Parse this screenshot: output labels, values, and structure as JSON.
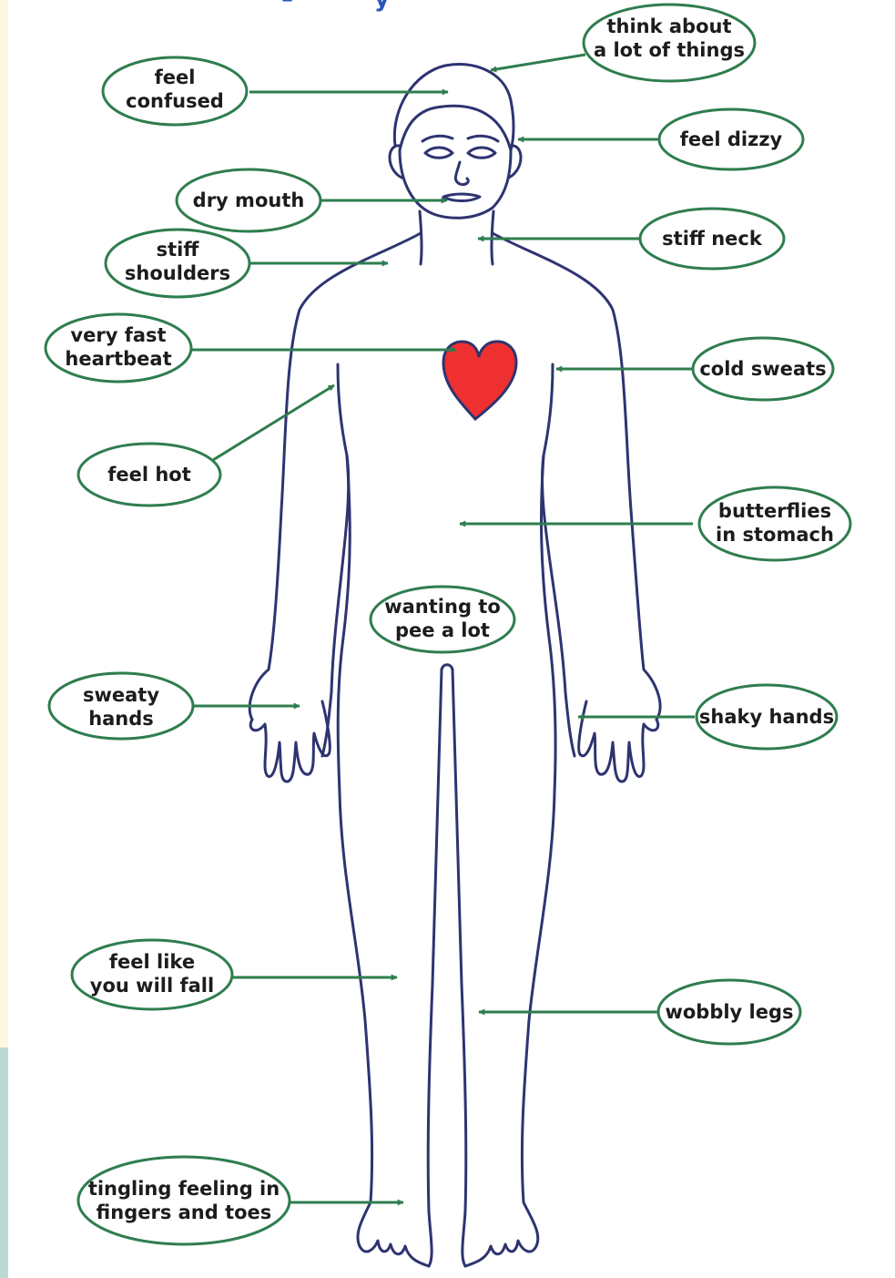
{
  "colors": {
    "background": "#fdf8e0",
    "canvas": "#ffffff",
    "body_outline": "#2e3470",
    "arrow": "#2f7d4f",
    "label_ellipse": "#2f7d4f",
    "heart": "#ef3030",
    "side_strip": "#b9d9d2"
  },
  "labels": {
    "think": "think about\na lot of things",
    "confused": "feel\nconfused",
    "dizzy": "feel dizzy",
    "dry_mouth": "dry mouth",
    "stiff_neck": "stiff neck",
    "stiff_shoulders": "stiff\nshoulders",
    "heartbeat": "very fast\nheartbeat",
    "cold_sweats": "cold sweats",
    "feel_hot": "feel hot",
    "butterflies": "butterflies\nin stomach",
    "pee": "wanting to\npee a lot",
    "sweaty_hands": "sweaty\nhands",
    "shaky_hands": "shaky hands",
    "fall": "feel like\nyou will fall",
    "wobbly_legs": "wobbly legs",
    "tingling": "tingling feeling in\nfingers and toes"
  },
  "icons": {
    "heart": "heart-icon",
    "body": "human-body-outline"
  }
}
